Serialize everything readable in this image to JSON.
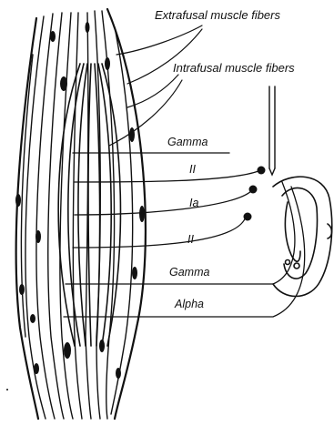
{
  "diagram": {
    "labels": {
      "extrafusal": "Extrafusal muscle fibers",
      "intrafusal": "Intrafusal muscle fibers",
      "gamma_top": "Gamma",
      "ii_top": "II",
      "ia": "Ia",
      "ii_bottom": "II",
      "gamma_bottom": "Gamma",
      "alpha": "Alpha"
    },
    "colors": {
      "ink": "#111111",
      "paper": "#ffffff"
    }
  }
}
